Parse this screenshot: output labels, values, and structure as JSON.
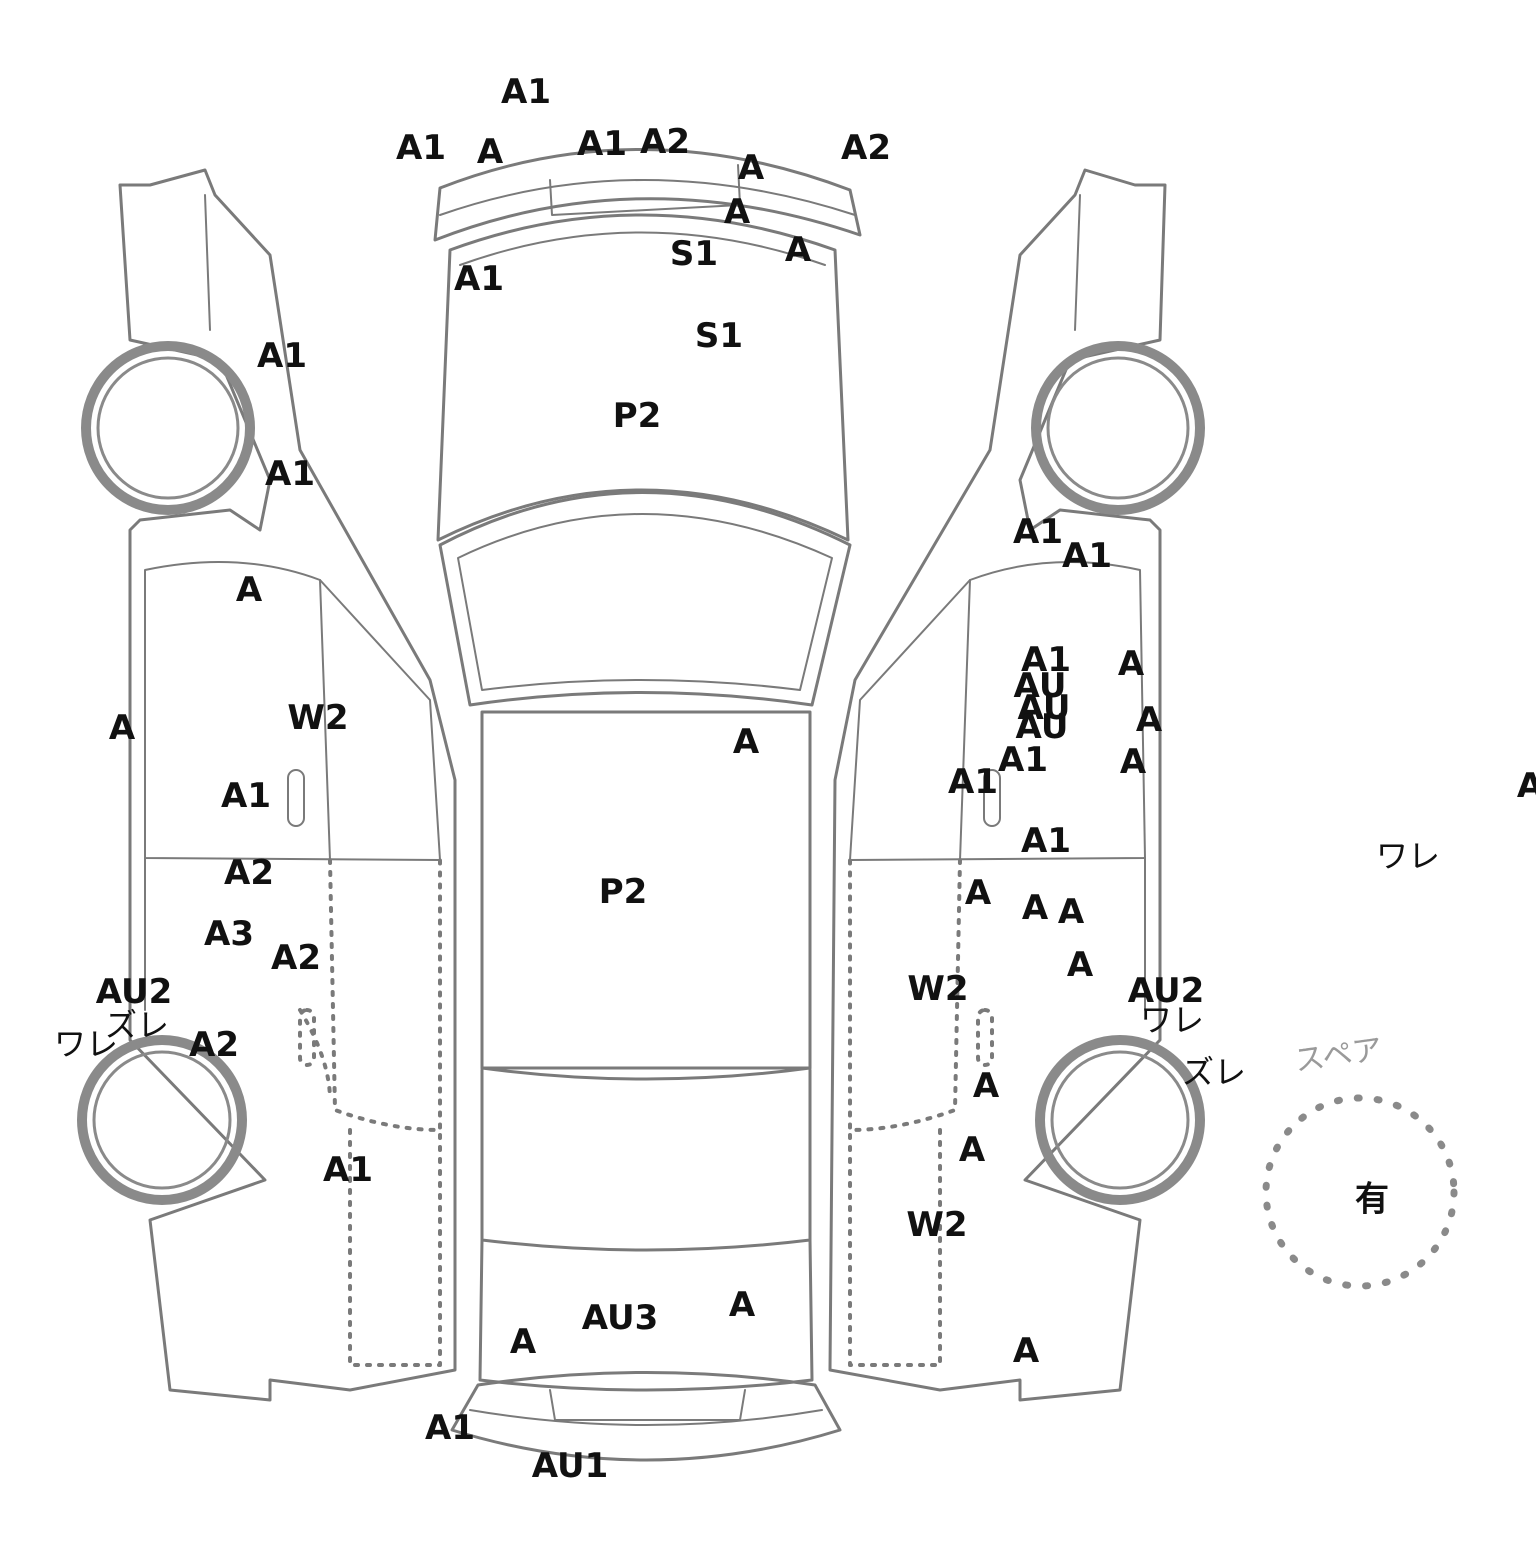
{
  "diagram": {
    "spare": {
      "caption": "スペア",
      "status": "有"
    },
    "marks": [
      {
        "id": "m01",
        "text": "A1"
      },
      {
        "id": "m02",
        "text": "A1"
      },
      {
        "id": "m03",
        "text": "A"
      },
      {
        "id": "m04",
        "text": "A1"
      },
      {
        "id": "m05",
        "text": "A2"
      },
      {
        "id": "m06",
        "text": "A"
      },
      {
        "id": "m07",
        "text": "A2"
      },
      {
        "id": "m08",
        "text": "A"
      },
      {
        "id": "m09",
        "text": "S1"
      },
      {
        "id": "m10",
        "text": "A"
      },
      {
        "id": "m11",
        "text": "A1"
      },
      {
        "id": "m12",
        "text": "S1"
      },
      {
        "id": "m13",
        "text": "P2"
      },
      {
        "id": "m14",
        "text": "A1"
      },
      {
        "id": "m15",
        "text": "A1"
      },
      {
        "id": "m16",
        "text": "A"
      },
      {
        "id": "m17",
        "text": "A"
      },
      {
        "id": "m18",
        "text": "W2"
      },
      {
        "id": "m19",
        "text": "A1"
      },
      {
        "id": "m20",
        "text": "A2"
      },
      {
        "id": "m21",
        "text": "A3"
      },
      {
        "id": "m22",
        "text": "A2"
      },
      {
        "id": "m23",
        "text": "AU2"
      },
      {
        "id": "m24",
        "text": "ズレ"
      },
      {
        "id": "m25",
        "text": "ワレ"
      },
      {
        "id": "m26",
        "text": "A2"
      },
      {
        "id": "m27",
        "text": "A1"
      },
      {
        "id": "m28",
        "text": "A"
      },
      {
        "id": "m29",
        "text": "P2"
      },
      {
        "id": "m30",
        "text": "AU3"
      },
      {
        "id": "m31",
        "text": "A"
      },
      {
        "id": "m32",
        "text": "A"
      },
      {
        "id": "m33",
        "text": "A1"
      },
      {
        "id": "m34",
        "text": "AU1"
      },
      {
        "id": "m35",
        "text": "A1"
      },
      {
        "id": "m36",
        "text": "A1"
      },
      {
        "id": "m37",
        "text": "A1"
      },
      {
        "id": "m38",
        "text": "AU"
      },
      {
        "id": "m39",
        "text": "AU"
      },
      {
        "id": "m40",
        "text": "AU"
      },
      {
        "id": "m41",
        "text": "A"
      },
      {
        "id": "m42",
        "text": "A"
      },
      {
        "id": "m43",
        "text": "A"
      },
      {
        "id": "m44",
        "text": "A1"
      },
      {
        "id": "m45",
        "text": "A1"
      },
      {
        "id": "m46",
        "text": "A1"
      },
      {
        "id": "m47",
        "text": "A"
      },
      {
        "id": "m48",
        "text": "A"
      },
      {
        "id": "m49",
        "text": "A"
      },
      {
        "id": "m50",
        "text": "A"
      },
      {
        "id": "m51",
        "text": "W2"
      },
      {
        "id": "m52",
        "text": "AU2"
      },
      {
        "id": "m53",
        "text": "ワレ"
      },
      {
        "id": "m54",
        "text": "ズレ"
      },
      {
        "id": "m55",
        "text": "A"
      },
      {
        "id": "m56",
        "text": "A"
      },
      {
        "id": "m57",
        "text": "W2"
      },
      {
        "id": "m58",
        "text": "A"
      },
      {
        "id": "m59",
        "text": "A"
      },
      {
        "id": "m60",
        "text": "ワレ"
      }
    ]
  }
}
